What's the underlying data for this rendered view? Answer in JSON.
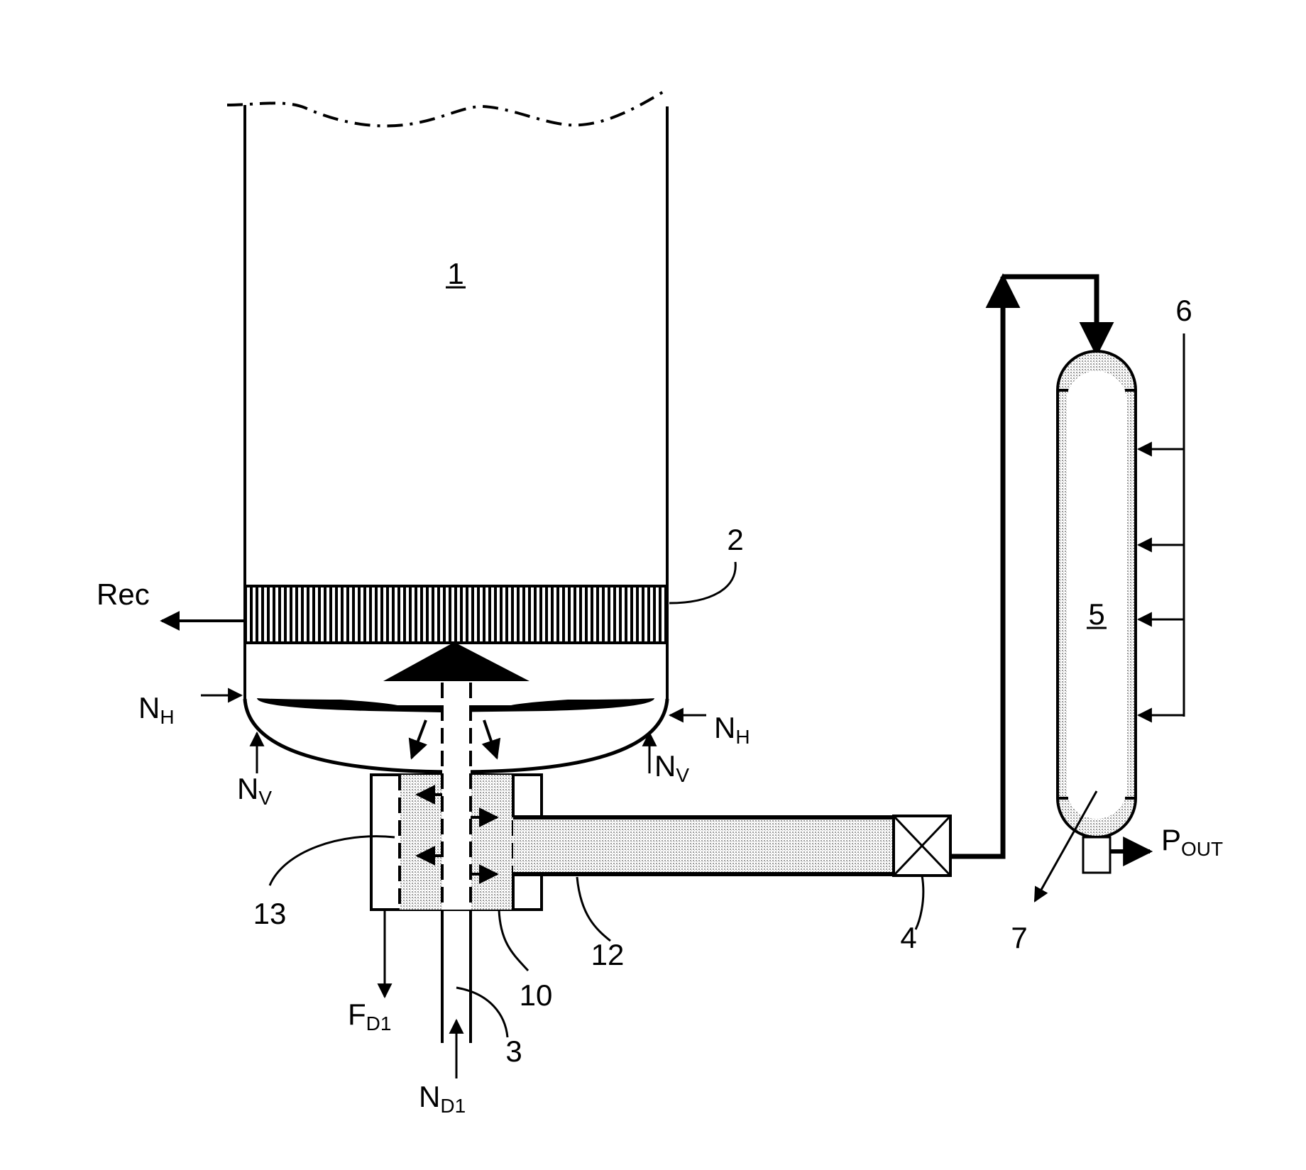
{
  "labels": {
    "reactor": "1",
    "grid": "2",
    "tube": "3",
    "valve": "4",
    "vessel": "5",
    "purge_line": "6",
    "vent": "7",
    "chamber": "10",
    "pipe": "12",
    "screen": "13",
    "rec": "Rec",
    "n_letter": "N",
    "h_sub": "H",
    "v_sub": "V",
    "f_letter": "F",
    "d1_sub": "D1",
    "p_letter": "P",
    "out_sub": "OUT"
  },
  "colors": {
    "line": "#000000",
    "shade": "#c8c8c8",
    "background": "#ffffff"
  }
}
